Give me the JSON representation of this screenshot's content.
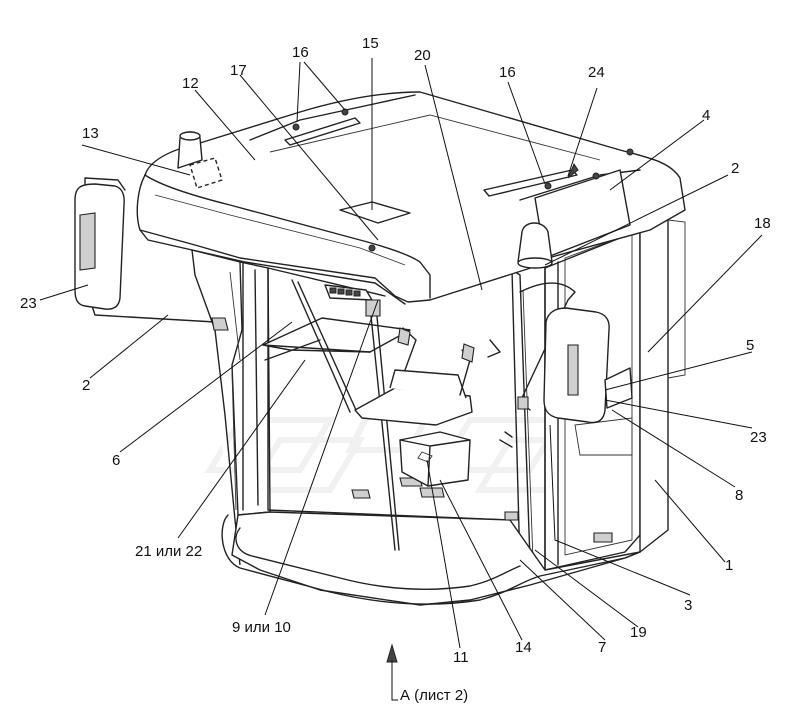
{
  "callouts": [
    {
      "id": "c1",
      "text": "1"
    },
    {
      "id": "c2a",
      "text": "2"
    },
    {
      "id": "c2b",
      "text": "2"
    },
    {
      "id": "c3",
      "text": "3"
    },
    {
      "id": "c4",
      "text": "4"
    },
    {
      "id": "c5",
      "text": "5"
    },
    {
      "id": "c6",
      "text": "6"
    },
    {
      "id": "c7",
      "text": "7"
    },
    {
      "id": "c8",
      "text": "8"
    },
    {
      "id": "c910",
      "text": "9 или 10"
    },
    {
      "id": "c11",
      "text": "11"
    },
    {
      "id": "c12",
      "text": "12"
    },
    {
      "id": "c13",
      "text": "13"
    },
    {
      "id": "c14",
      "text": "14"
    },
    {
      "id": "c15",
      "text": "15"
    },
    {
      "id": "c16a",
      "text": "16"
    },
    {
      "id": "c16b",
      "text": "16"
    },
    {
      "id": "c17",
      "text": "17"
    },
    {
      "id": "c18",
      "text": "18"
    },
    {
      "id": "c19",
      "text": "19"
    },
    {
      "id": "c20",
      "text": "20"
    },
    {
      "id": "c2122",
      "text": "21 или 22"
    },
    {
      "id": "c23a",
      "text": "23"
    },
    {
      "id": "c23b",
      "text": "23"
    },
    {
      "id": "c24",
      "text": "24"
    }
  ],
  "view_label": "А (лист 2)"
}
